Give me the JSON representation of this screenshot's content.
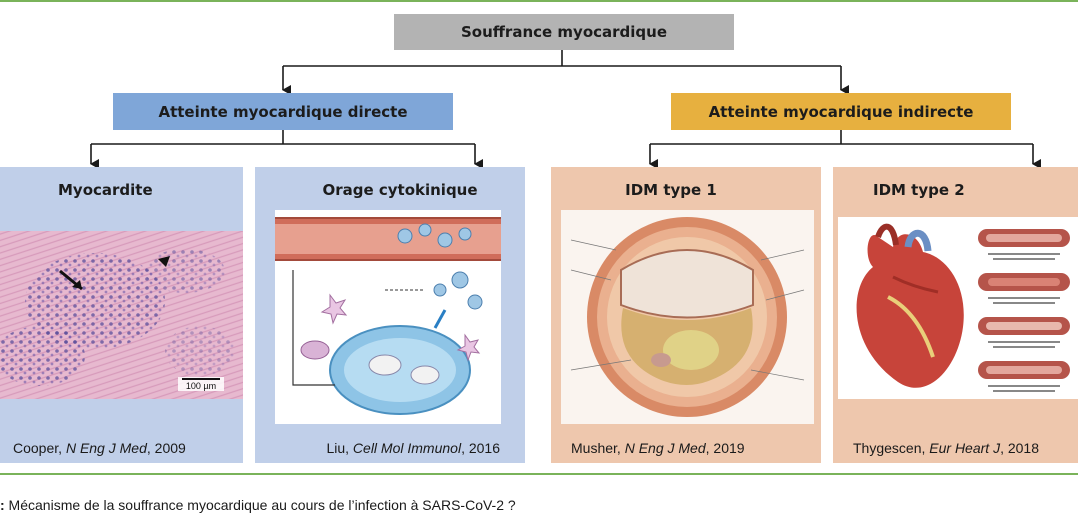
{
  "diagram": {
    "root": "Souffrance myocardique",
    "branches": [
      {
        "label": "Atteinte myocardique directe",
        "color": "#7fa6d8",
        "panels": [
          {
            "title": "Myocardite",
            "ref_author": "Cooper, ",
            "ref_journal": "N Eng J Med",
            "ref_year": ", 2009",
            "scale_label": "100 µm"
          },
          {
            "title": "Orage cytokinique",
            "ref_author": "Liu, ",
            "ref_journal": "Cell Mol Immunol",
            "ref_year": ", 2016"
          }
        ]
      },
      {
        "label": "Atteinte myocardique indirecte",
        "color": "#e7b03f",
        "panels": [
          {
            "title": "IDM type 1",
            "ref_author": "Musher, ",
            "ref_journal": "N Eng J Med",
            "ref_year": ", 2019"
          },
          {
            "title": "IDM type 2",
            "ref_author": "Thygescen, ",
            "ref_journal": "Eur Heart J",
            "ref_year": ", 2018"
          }
        ]
      }
    ],
    "caption_lead": ":",
    "caption_text": " Mécanisme de la souffrance myocardique au cours de l’infection à SARS-CoV-2 ?"
  },
  "colors": {
    "root": "#b3b3b3",
    "panel_blue": "#c0cfe9",
    "panel_peach": "#eec7ad",
    "rule": "#7ab35a"
  }
}
